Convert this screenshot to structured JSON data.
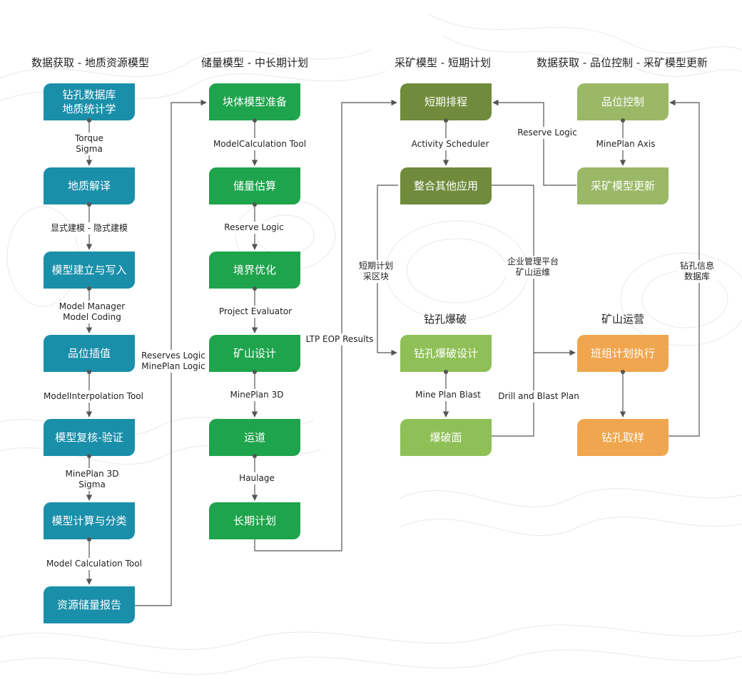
{
  "columns": {
    "c1": "数据获取 - 地质资源模型",
    "c2": "储量模型 - 中长期计划",
    "c3": "采矿模型 - 短期计划",
    "c4": "数据获取 - 品位控制 - 采矿模型更新"
  },
  "subtitles": {
    "blast": "钻孔爆破",
    "ops": "矿山运营"
  },
  "nodes": {
    "n1": [
      "钻孔数据库",
      "地质统计学"
    ],
    "n2": "地质解译",
    "n3": "模型建立与写入",
    "n4": "品位插值",
    "n5": "模型复核-验证",
    "n6": "模型计算与分类",
    "n7": "资源储量报告",
    "m1": "块体模型准备",
    "m2": "储量估算",
    "m3": "境界优化",
    "m4": "矿山设计",
    "m5": "运道",
    "m6": "长期计划",
    "s1": "短期排程",
    "s2": "整合其他应用",
    "b1": "钻孔爆破设计",
    "b2": "爆破面",
    "g1": "品位控制",
    "g2": "采矿模型更新",
    "o1": "班组计划执行",
    "o2": "钻孔取样"
  },
  "labels": {
    "l12": [
      "Torque",
      "Sigma"
    ],
    "l23": "显式建模 - 隐式建模",
    "l34": [
      "Model Manager",
      "Model Coding"
    ],
    "l45": "ModelInterpolation Tool",
    "l56": [
      "MinePlan 3D",
      "Sigma"
    ],
    "l67": "Model Calculation Tool",
    "l7m": [
      "Reserves Logic",
      "MinePlan Logic"
    ],
    "lm12": "ModelCalculation Tool",
    "lm23": "Reserve Logic",
    "lm34": "Project Evaluator",
    "lm45": "MinePlan 3D",
    "lm56": "Haulage",
    "lm6s": "LTP EOP Results",
    "ls12": "Activity Scheduler",
    "lgs": "Reserve Logic",
    "lg12": "MinePlan Axis",
    "lshort": [
      "短期计划",
      "采区块"
    ],
    "lent": [
      "企业管理平台",
      "矿山运维"
    ],
    "lb12": "Mine Plan Blast",
    "ldb": "Drill and Blast Plan",
    "ldh": [
      "钻孔信息",
      "数据库"
    ]
  }
}
